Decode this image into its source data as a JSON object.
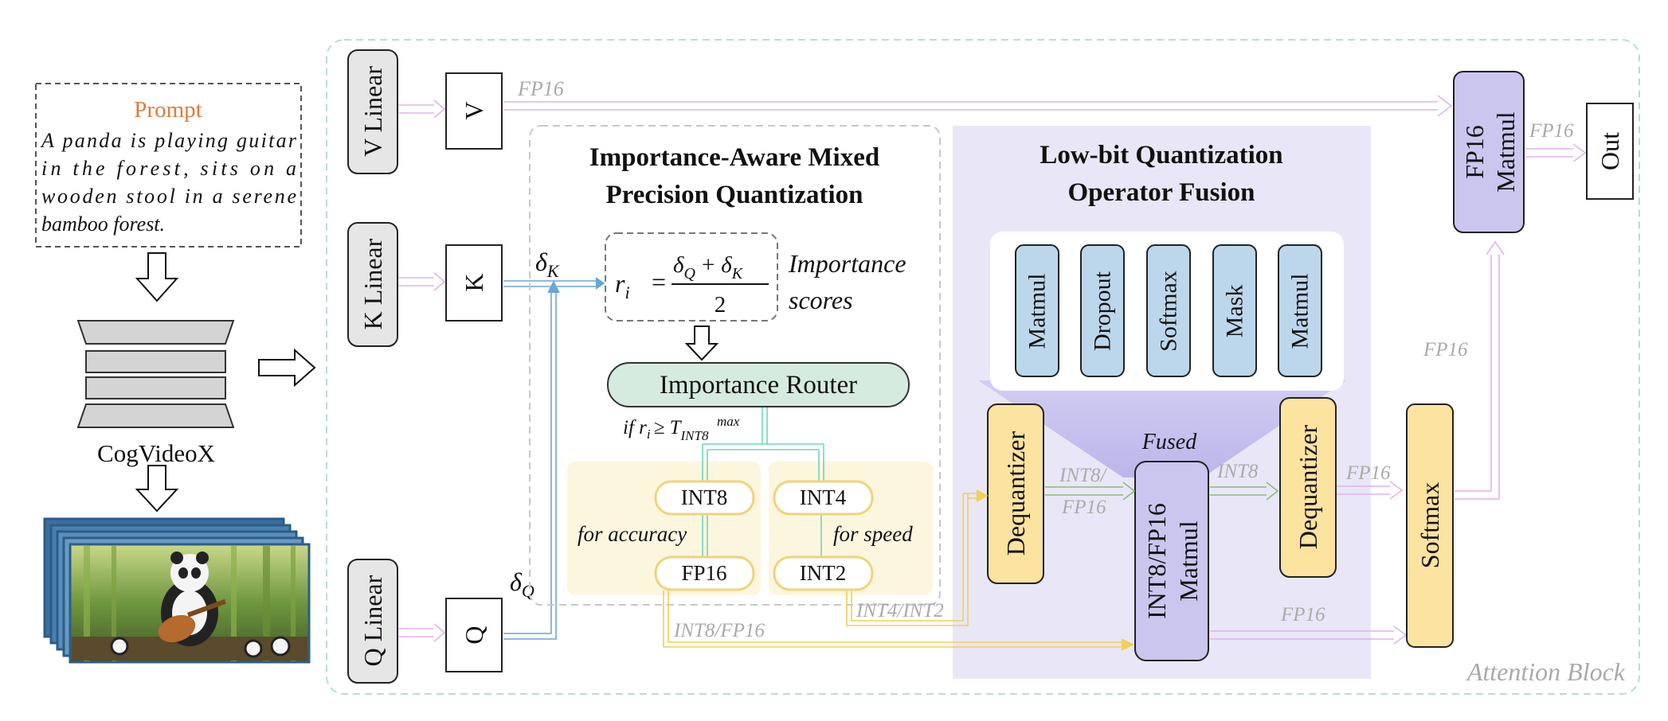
{
  "prompt": {
    "title": "Prompt",
    "lines": [
      "A panda is playing guitar",
      "in the forest, sits on a",
      "wooden stool in a serene",
      "bamboo forest."
    ]
  },
  "model_label": "CogVideoX",
  "linears": {
    "v": "V Linear",
    "k": "K Linear",
    "q": "Q Linear"
  },
  "tensors": {
    "v": "V",
    "k": "K",
    "q": "Q"
  },
  "deltas": {
    "k": "K",
    "q": "Q",
    "symbol": "δ"
  },
  "mixed": {
    "title1": "Importance-Aware Mixed",
    "title2": "Precision Quantization",
    "formula": {
      "lhs": "r",
      "sub": "i",
      "eq": "=",
      "num": "δ",
      "num_q": "Q",
      "plus": "+",
      "num_k": "K",
      "den": "2"
    },
    "scores_line1": "Importance",
    "scores_line2": "scores",
    "router": "Importance Router",
    "condition": {
      "prefix": "if r",
      "sub": "i",
      "op": "≥ T",
      "sup": "max",
      "sub2": "INT8"
    },
    "left_pill_top": "INT8",
    "left_pill_bottom": "FP16",
    "left_caption": "for accuracy",
    "right_pill_top": "INT4",
    "right_pill_bottom": "INT2",
    "right_caption": "for speed"
  },
  "fusion": {
    "title1": "Low-bit Quantization",
    "title2": "Operator Fusion",
    "ops": [
      "Matmul",
      "Dropout",
      "Softmax",
      "Mask",
      "Matmul"
    ],
    "fused": "Fused",
    "dequant_left": "Dequantizer",
    "dequant_right": "Dequantizer",
    "matmul_line1": "INT8/FP16",
    "matmul_line2": "Matmul"
  },
  "softmax": "Softmax",
  "fp16_matmul_line1": "FP16",
  "fp16_matmul_line2": "Matmul",
  "out": "Out",
  "arrow_labels": {
    "v_fp16": "FP16",
    "out_fp16": "FP16",
    "softmax_up_fp16": "FP16",
    "int8_fp16_a": "INT8/",
    "int8_fp16_b": "FP16",
    "int8": "INT8",
    "dq_fp16": "FP16",
    "matmul_fp16": "FP16",
    "bottom_int8_fp16": "INT8/FP16",
    "bottom_int4_int2": "INT4/INT2"
  },
  "block_label": "Attention Block",
  "colors": {
    "linear_fill": "#e6e6e6",
    "router_fill": "#d5ebe0",
    "op_fill": "#bcd7ec",
    "dequant_fill": "#fde3a0",
    "matmul_fill": "#cac6ee",
    "fusion_panel": "#e9e7f7",
    "yellow_panel": "#fdf6df",
    "prompt_title": "#e07b39",
    "pink_arrow": "#e8b8ee",
    "blue_arrow": "#6aa6d8",
    "yellow_arrow": "#f2cf57",
    "green_arrow": "#8dba7c",
    "teal_line": "#6fd6bf"
  }
}
